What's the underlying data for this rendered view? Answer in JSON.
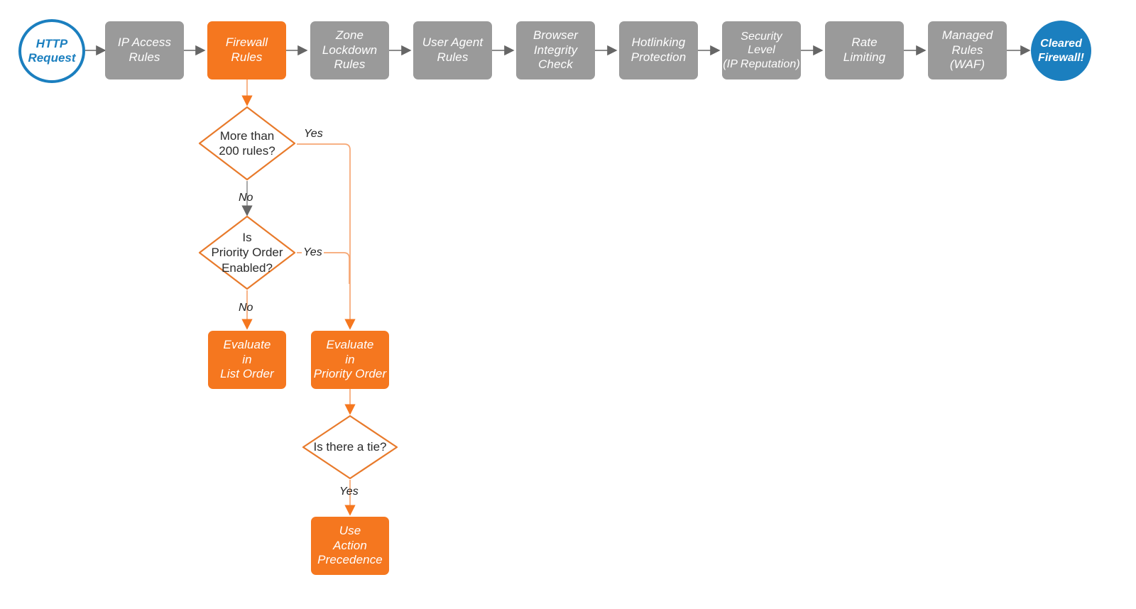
{
  "diagram": {
    "title": "Cloudflare firewall request evaluation order",
    "colors": {
      "orange": "#f5771f",
      "orange_line": "#f6a673",
      "gray": "#9a9a9a",
      "gray_line": "#666666",
      "blue": "#1b7fbf",
      "text_dark": "#2b2b2b",
      "white": "#ffffff"
    },
    "pipeline": [
      {
        "id": "http-request",
        "label": "HTTP\nRequest",
        "shape": "circle",
        "style": "start"
      },
      {
        "id": "ip-access-rules",
        "label": "IP Access\nRules",
        "shape": "process",
        "style": "gray"
      },
      {
        "id": "firewall-rules",
        "label": "Firewall\nRules",
        "shape": "process",
        "style": "orange"
      },
      {
        "id": "zone-lockdown-rules",
        "label": "Zone\nLockdown\nRules",
        "shape": "process",
        "style": "gray"
      },
      {
        "id": "user-agent-rules",
        "label": "User Agent\nRules",
        "shape": "process",
        "style": "gray"
      },
      {
        "id": "browser-integrity-check",
        "label": "Browser\nIntegrity\nCheck",
        "shape": "process",
        "style": "gray"
      },
      {
        "id": "hotlinking-protection",
        "label": "Hotlinking\nProtection",
        "shape": "process",
        "style": "gray"
      },
      {
        "id": "security-level",
        "label": "Security\nLevel\n(IP Reputation)",
        "shape": "process",
        "style": "gray"
      },
      {
        "id": "rate-limiting",
        "label": "Rate\nLimiting",
        "shape": "process",
        "style": "gray"
      },
      {
        "id": "managed-rules-waf",
        "label": "Managed\nRules\n(WAF)",
        "shape": "process",
        "style": "gray"
      },
      {
        "id": "cleared-firewall",
        "label": "Cleared\nFirewall!",
        "shape": "circle",
        "style": "end"
      }
    ],
    "decisions": [
      {
        "id": "more-than-200-rules",
        "label": "More than\n200 rules?"
      },
      {
        "id": "is-priority-order-enabled",
        "label": "Is\nPriority Order\nEnabled?"
      },
      {
        "id": "is-there-a-tie",
        "label": "Is there a tie?"
      }
    ],
    "outcomes": [
      {
        "id": "evaluate-in-list-order",
        "label": "Evaluate\nin\nList Order"
      },
      {
        "id": "evaluate-in-priority-order",
        "label": "Evaluate\nin\nPriority Order"
      },
      {
        "id": "use-action-precedence",
        "label": "Use\nAction\nPrecedence"
      }
    ],
    "edge_labels": [
      {
        "id": "yes-more-than-200",
        "text": "Yes"
      },
      {
        "id": "no-more-than-200",
        "text": "No"
      },
      {
        "id": "yes-priority-order",
        "text": "Yes"
      },
      {
        "id": "no-priority-order",
        "text": "No"
      },
      {
        "id": "yes-tie",
        "text": "Yes"
      }
    ]
  }
}
